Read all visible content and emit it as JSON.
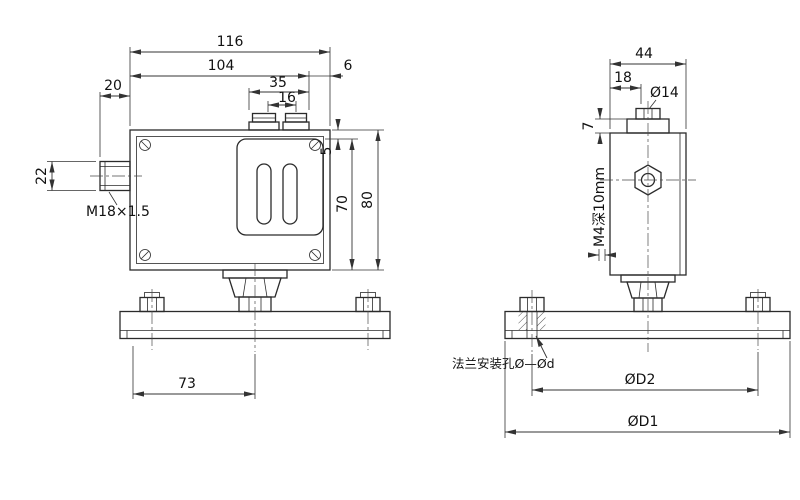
{
  "colors": {
    "line": "#2b2b2b",
    "dim_line": "#333333",
    "background": "#ffffff"
  },
  "front_view": {
    "dims": {
      "total_width": "116",
      "inner_width": "104",
      "stub_length": "20",
      "gland_span": "35",
      "gland_inner": "16",
      "edge_offset": "6",
      "stub_diameter": "22",
      "panel_offset": "5",
      "panel_height": "70",
      "body_height": "80",
      "base_offset": "73"
    },
    "labels": {
      "thread": "M18×1.5"
    }
  },
  "side_view": {
    "dims": {
      "body_width": "44",
      "cap_offset": "18",
      "top_bolt": "Ø14",
      "cap_height": "7",
      "flange_d2": "ØD2",
      "flange_d1": "ØD1"
    },
    "labels": {
      "side_screw": "M4深10mm",
      "flange_holes": "法兰安装孔Ø—Ød"
    }
  }
}
